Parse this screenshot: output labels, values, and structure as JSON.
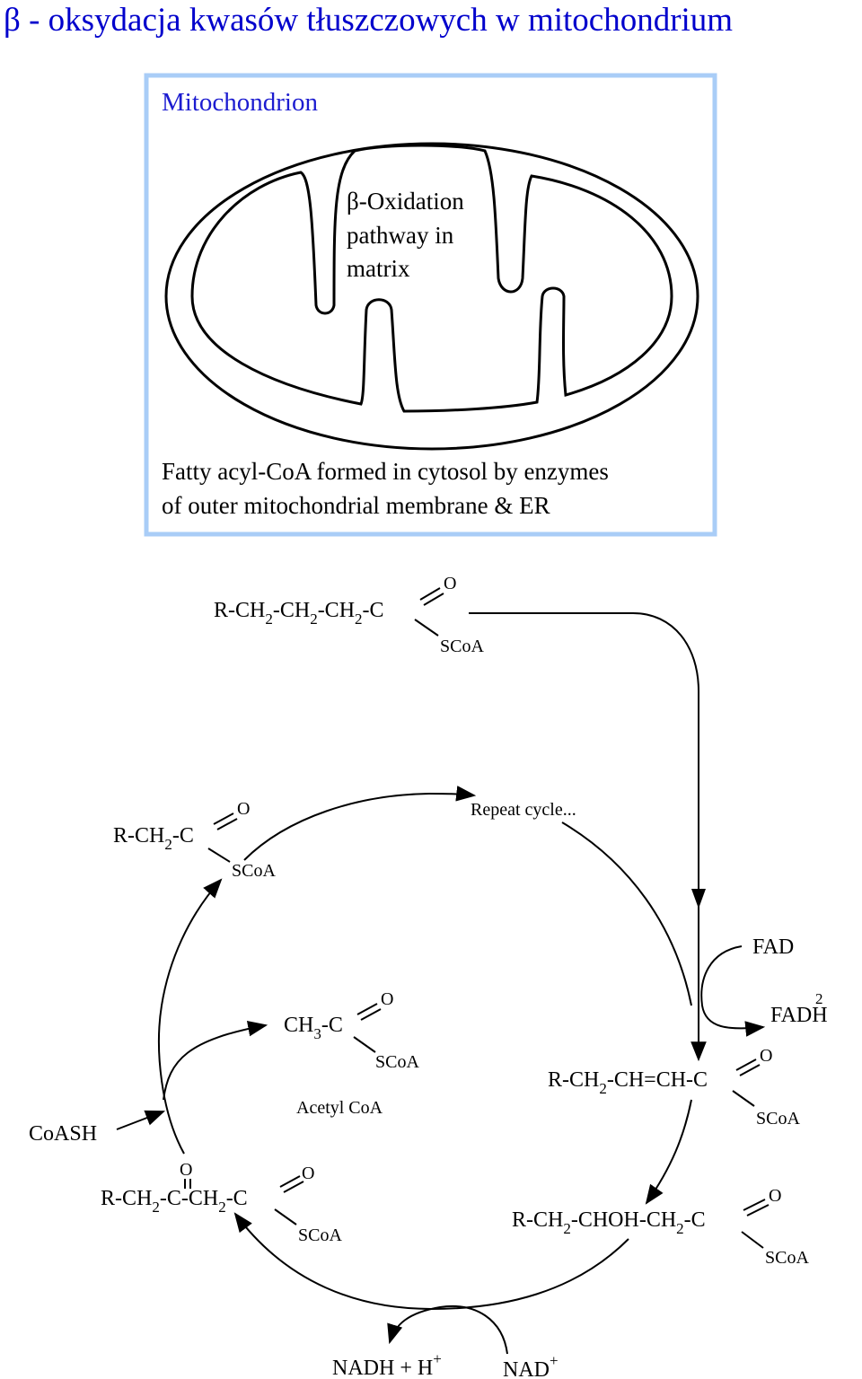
{
  "page": {
    "title": "β - oksydacja kwasów tłuszczowych w mitochondrium"
  },
  "colors": {
    "title": "#0000cc",
    "frame_border": "#a9cdf7",
    "mito_title": "#1c1cd0",
    "ink": "#000000"
  },
  "mitochondrion_panel": {
    "heading": "Mitochondrion",
    "matrix_label": [
      "β-Oxidation",
      "pathway in",
      "matrix"
    ],
    "caption": [
      "Fatty acyl-CoA formed in cytosol by enzymes",
      "of outer mitochondrial membrane & ER"
    ]
  },
  "pathway": {
    "substrate": {
      "chain": [
        "R-CH",
        "2",
        "-CH",
        "2",
        "-CH",
        "2",
        "-C"
      ],
      "oxygen": "O",
      "scoa": "SCoA"
    },
    "repeat_label": "Repeat cycle...",
    "fad": "FAD",
    "fadh2": {
      "base": "FADH",
      "sub": "2"
    },
    "enoyl": {
      "chain": [
        "R-CH",
        "2",
        "-CH=CH-C"
      ],
      "oxygen": "O",
      "scoa": "SCoA"
    },
    "hydroxyacyl": {
      "chain": [
        "R-CH",
        "2",
        "-CHOH-CH",
        "2",
        "-C"
      ],
      "oxygen": "O",
      "scoa": "SCoA"
    },
    "nad": {
      "base": "NAD",
      "sup": "+"
    },
    "nadh": {
      "base": "NADH + H",
      "sup": "+"
    },
    "ketoacyl": {
      "chain": [
        "R-CH",
        "2",
        "-C-CH",
        "2",
        "-C"
      ],
      "keto_oxygen": "O",
      "oxygen": "O",
      "scoa": "SCoA"
    },
    "coash": "CoASH",
    "acetyl": {
      "chain": [
        "CH",
        "3",
        "-C"
      ],
      "oxygen": "O",
      "scoa": "SCoA",
      "label": "Acetyl CoA"
    },
    "shortened": {
      "chain": [
        "R-CH",
        "2",
        "-C"
      ],
      "oxygen": "O",
      "scoa": "SCoA"
    }
  }
}
